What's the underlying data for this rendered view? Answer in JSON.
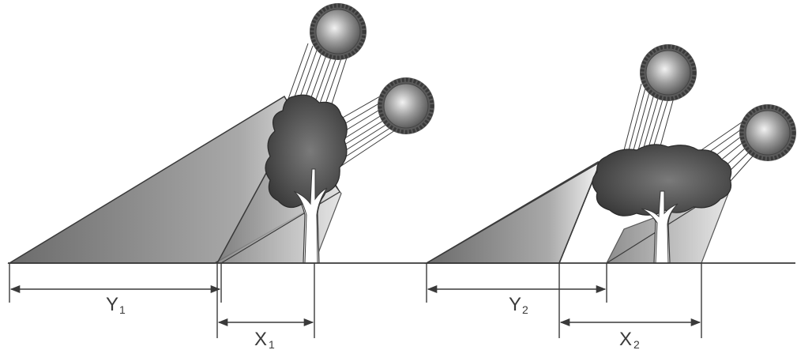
{
  "diagram": {
    "scenes": [
      {
        "id": "scene-1",
        "labels": {
          "y": {
            "main": "Y",
            "sub": "1"
          },
          "x": {
            "main": "X",
            "sub": "1"
          }
        }
      },
      {
        "id": "scene-2",
        "labels": {
          "y": {
            "main": "Y",
            "sub": "2"
          },
          "x": {
            "main": "X",
            "sub": "2"
          }
        }
      }
    ],
    "colors": {
      "stroke": "#3a3a3a",
      "shadow_dark": "#6e6e6e",
      "shadow_light": "#f2f2f2",
      "foliage": "#4a4a4a",
      "sun": "#8a8a8a",
      "ground": "#3a3a3a"
    }
  }
}
